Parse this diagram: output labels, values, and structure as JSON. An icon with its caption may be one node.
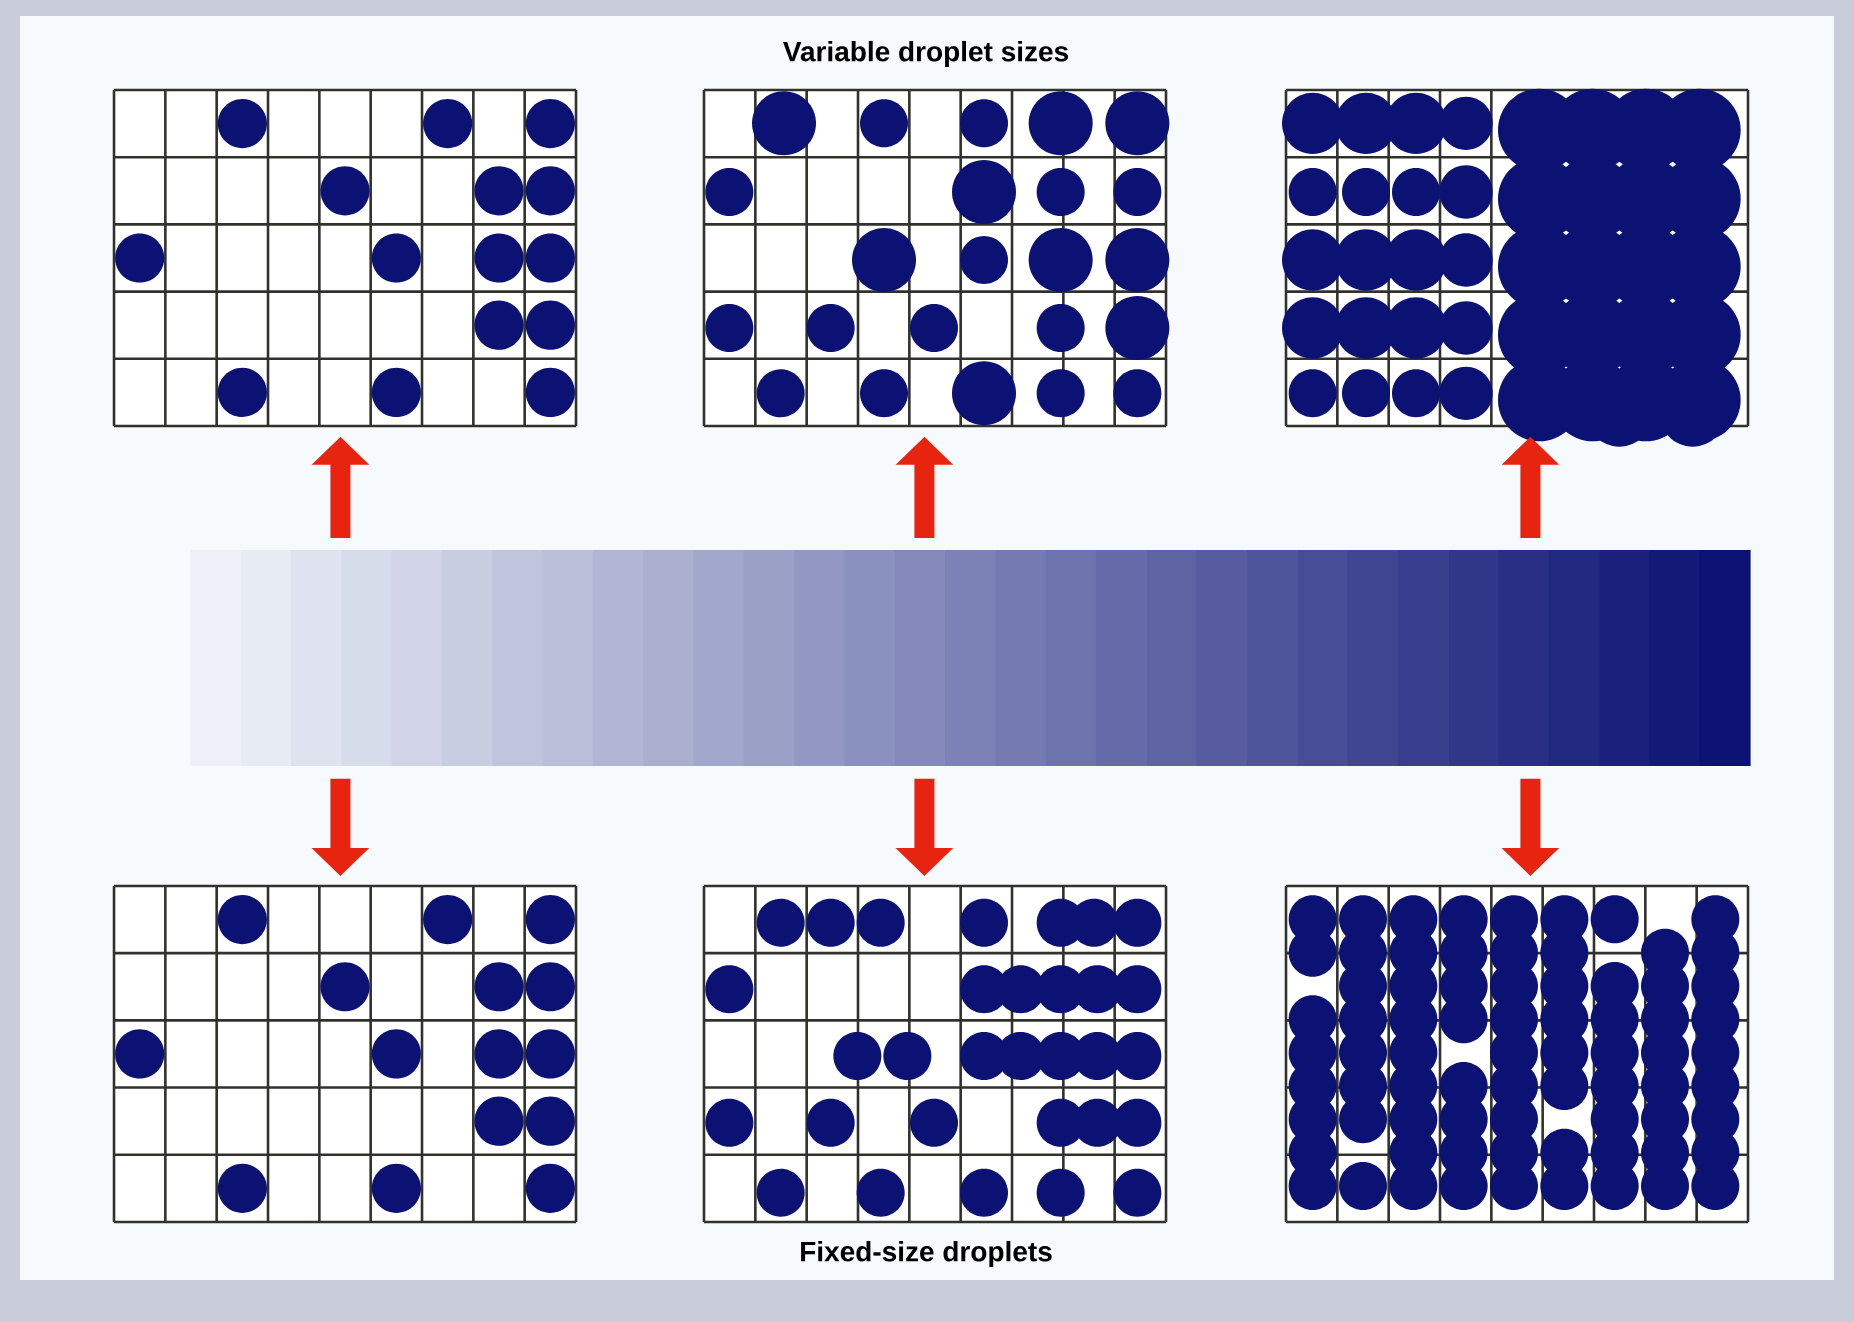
{
  "diagram": {
    "title": "Variable droplet sizes",
    "caption": "Fixed-size droplets",
    "nodes": [
      {
        "text": [],
        "shape": "grid"
      },
      {
        "text": [],
        "shape": "grid"
      },
      {
        "text": [],
        "shape": "grid"
      },
      {
        "text": [],
        "shape": "bar"
      },
      {
        "text": [],
        "shape": "grid"
      },
      {
        "text": [],
        "shape": "grid"
      },
      {
        "text": [],
        "shape": "grid"
      }
    ],
    "edges": [
      {
        "from": 3,
        "to": 0,
        "arrow": "to"
      },
      {
        "from": 3,
        "to": 1,
        "arrow": "to"
      },
      {
        "from": 3,
        "to": 2,
        "arrow": "to"
      },
      {
        "from": 3,
        "to": 4,
        "arrow": "to"
      },
      {
        "from": 3,
        "to": 5,
        "arrow": "to"
      },
      {
        "from": 3,
        "to": 6,
        "arrow": "to"
      }
    ]
  }
}
